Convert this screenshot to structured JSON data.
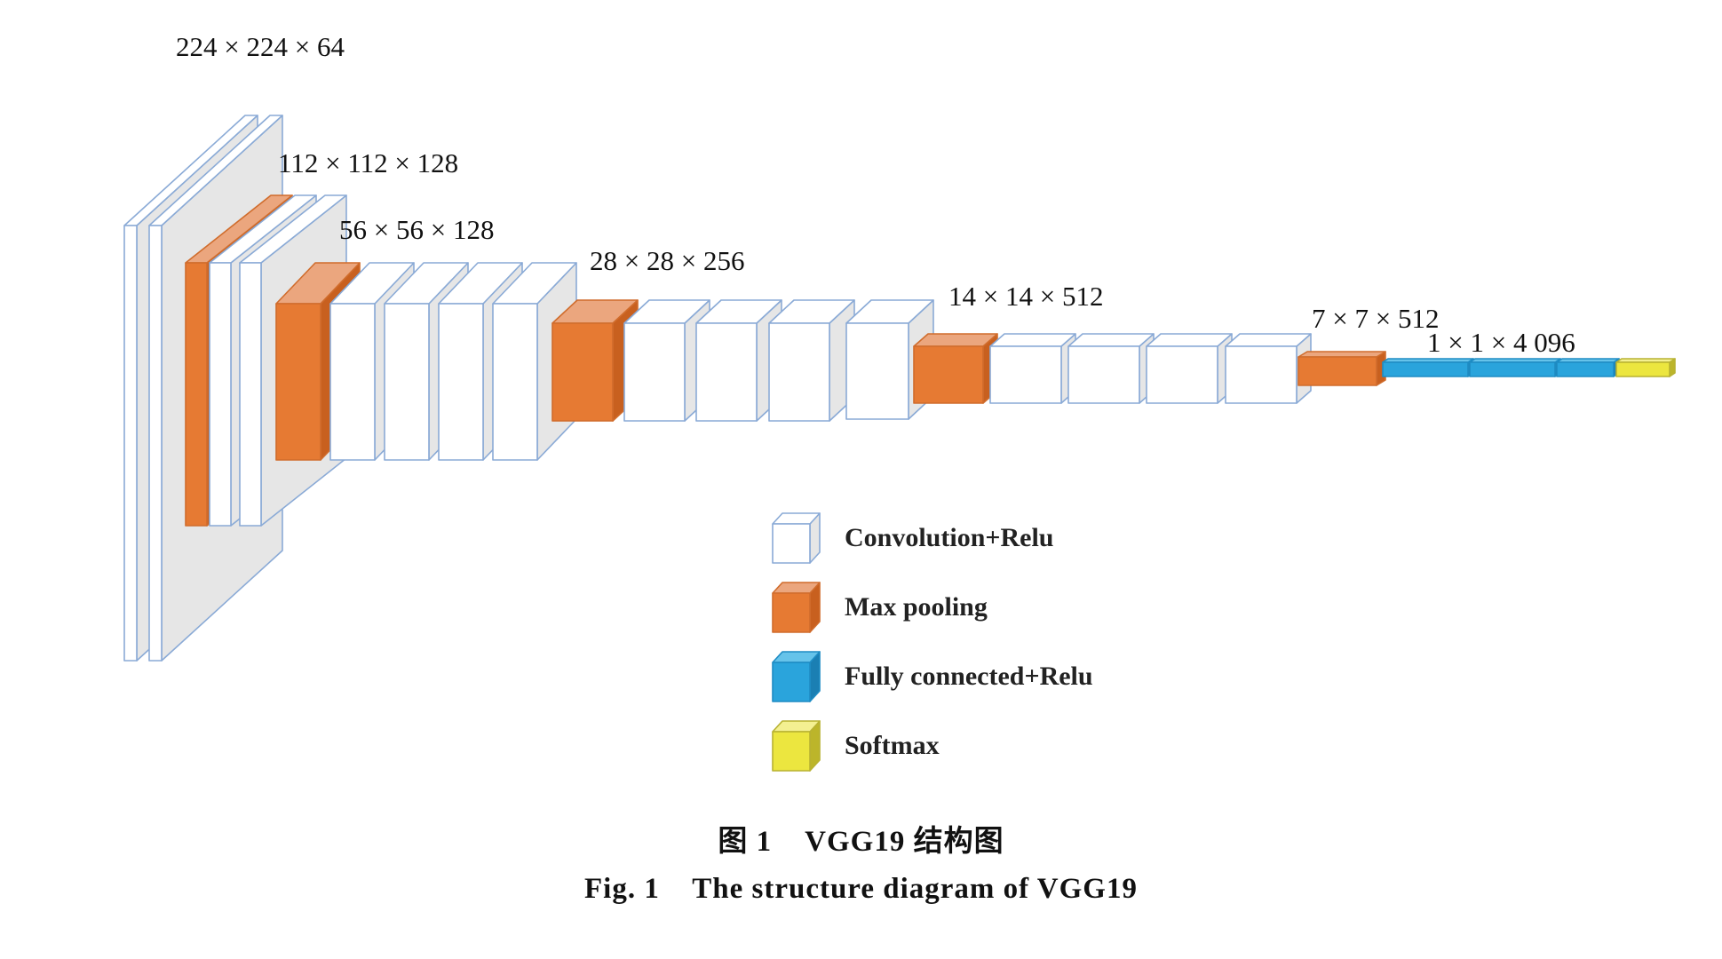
{
  "diagram": {
    "dimension_labels": [
      "224 × 224 × 64",
      "112 × 112 × 128",
      "56 × 56 × 128",
      "28 × 28 × 256",
      "14 × 14 × 512",
      "7 × 7 × 512",
      "1 × 1 × 4 096"
    ],
    "layer_groups": [
      {
        "convolution_relu": 2,
        "max_pooling": 1
      },
      {
        "convolution_relu": 2,
        "max_pooling": 1
      },
      {
        "convolution_relu": 4,
        "max_pooling": 1
      },
      {
        "convolution_relu": 4,
        "max_pooling": 1
      },
      {
        "convolution_relu": 4,
        "max_pooling": 1
      },
      {
        "fully_connected_relu": 3,
        "softmax": 1
      }
    ],
    "legend": [
      {
        "key": "convolution",
        "label": "Convolution+Relu"
      },
      {
        "key": "max_pooling",
        "label": "Max pooling"
      },
      {
        "key": "fully_connected",
        "label": "Fully connected+Relu"
      },
      {
        "key": "softmax",
        "label": "Softmax"
      }
    ],
    "colors": {
      "convolution": "#ffffff",
      "max_pooling": "#e67a33",
      "fully_connected": "#2aa4dc",
      "softmax": "#ece63f",
      "outline": "#8aaad6"
    }
  },
  "caption": {
    "chinese": "图 1    VGG19 结构图",
    "english": "Fig. 1    The structure diagram of VGG19"
  }
}
